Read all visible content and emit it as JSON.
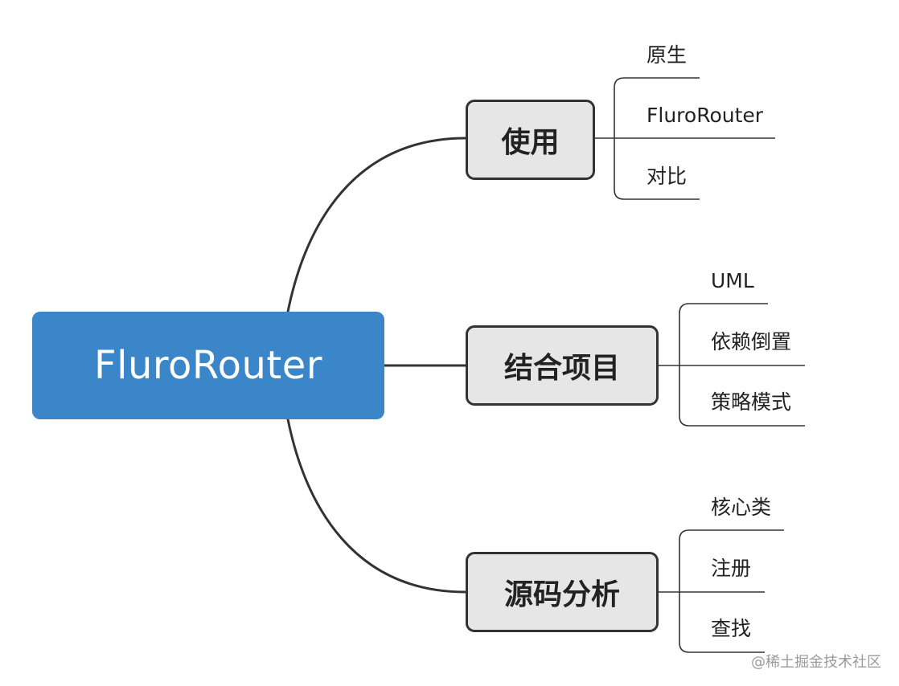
{
  "root": {
    "label": "FluroRouter"
  },
  "branches": [
    {
      "label": "使用",
      "children": [
        "原生",
        "FluroRouter",
        "对比"
      ]
    },
    {
      "label": "结合项目",
      "children": [
        "UML",
        "依赖倒置",
        "策略模式"
      ]
    },
    {
      "label": "源码分析",
      "children": [
        "核心类",
        "注册",
        "查找"
      ]
    }
  ],
  "watermark": "@稀土掘金技术社区",
  "colors": {
    "root_fill": "#3a86c8",
    "branch_fill": "#e6e6e6",
    "line": "#333333"
  }
}
